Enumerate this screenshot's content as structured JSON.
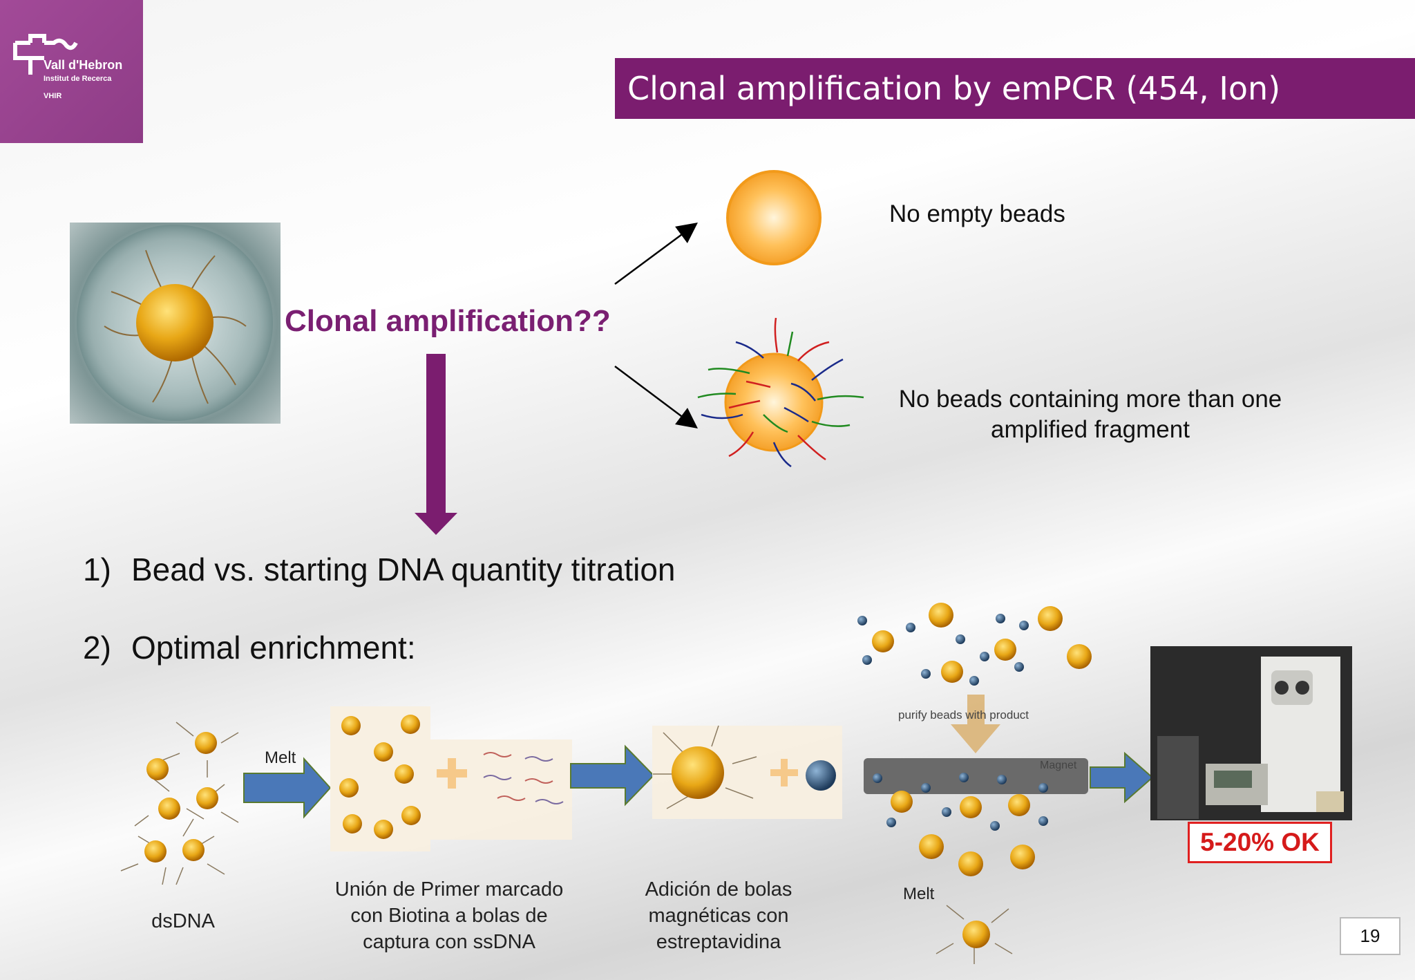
{
  "logo": {
    "name": "Vall d'Hebron",
    "subtitle": "Institut de Recerca",
    "short": "VHIR"
  },
  "title": "Clonal amplification by emPCR (454, Ion)",
  "question": "Clonal amplification??",
  "outcomes": {
    "no_empty": "No empty beads",
    "no_multiple_line1": "No beads containing more than one",
    "no_multiple_line2": "amplified fragment"
  },
  "list": [
    {
      "num": "1)",
      "text": "Bead vs. starting DNA quantity titration"
    },
    {
      "num": "2)",
      "text": "Optimal enrichment:"
    }
  ],
  "workflow": {
    "melt_label": "Melt",
    "dsdna": "dsDNA",
    "step1_line1": "Unión de Primer marcado",
    "step1_line2": "con Biotina a bolas de",
    "step1_line3": "captura con ssDNA",
    "step2_line1": "Adición de bolas",
    "step2_line2": "magnéticas con",
    "step2_line3": "estreptavidina",
    "purify": "purify beads with product",
    "magnet": "Magnet",
    "melt2": "Melt",
    "result": "5-20% OK"
  },
  "page_number": "19",
  "colors": {
    "brand_purple": "#7b1d6f",
    "logo_purple": "#9c4592",
    "question_purple": "#7a1f72",
    "arrow_blue": "#4a78b8",
    "arrow_green_outline": "#5a7a30",
    "result_red": "#d51a1a"
  }
}
